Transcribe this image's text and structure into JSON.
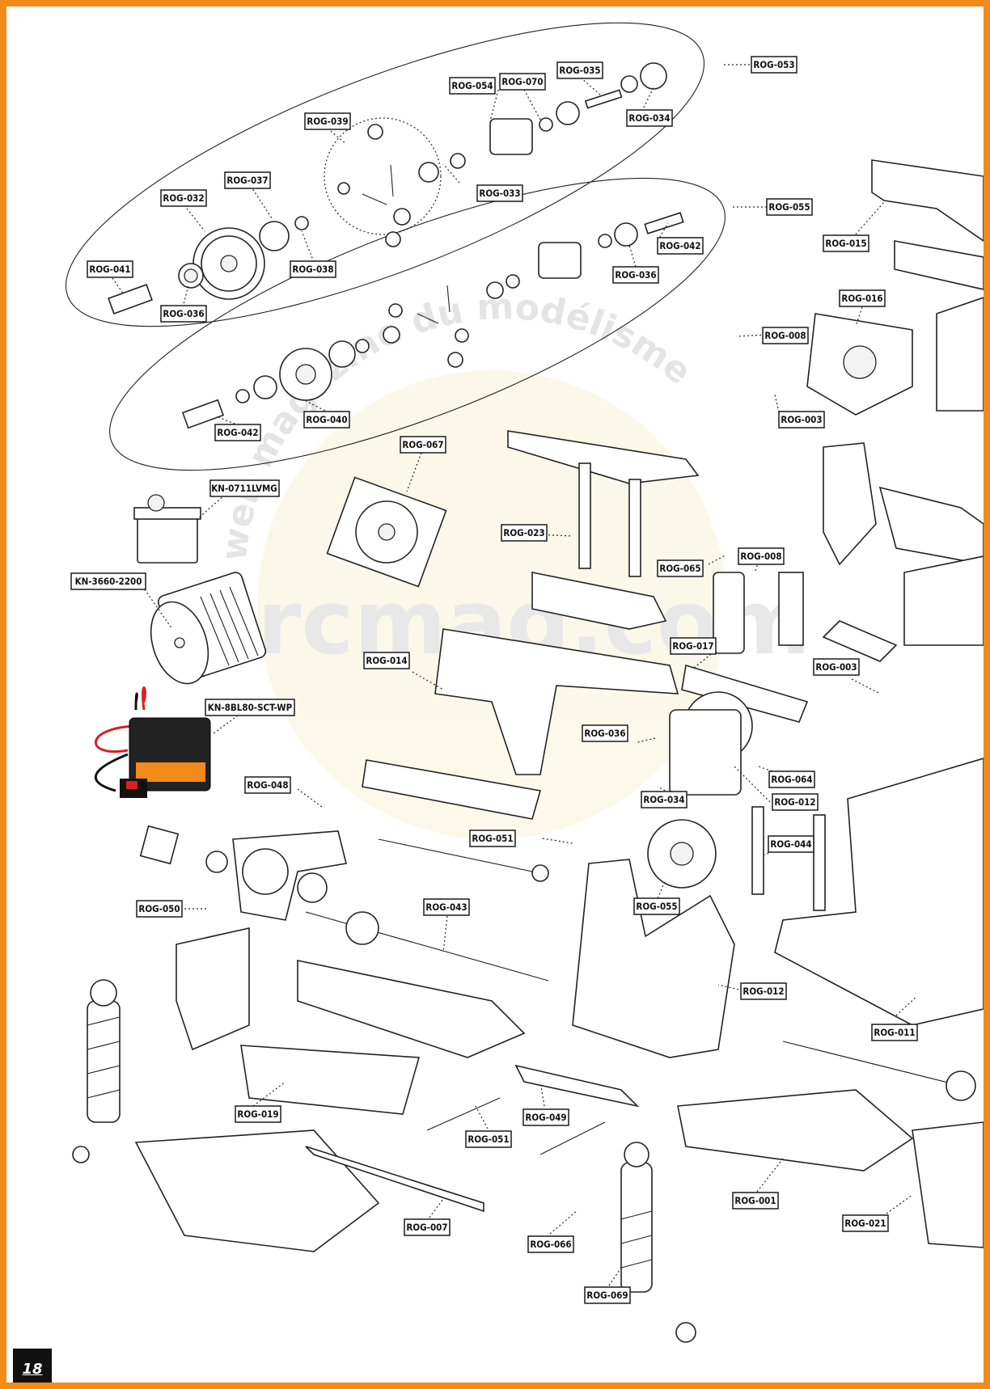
{
  "page_number": "18",
  "watermark": {
    "arc_text": "Le web magazine du modélisme",
    "main_text": "rcmag.com"
  },
  "colors": {
    "frame": "#f28a1a",
    "esc_accent": "#f28a1a",
    "wire_red": "#d92020",
    "wire_black": "#111111"
  },
  "labels": {
    "rog053": "ROG-053",
    "rog054": "ROG-054",
    "rog070": "ROG-070",
    "rog035": "ROG-035",
    "rog034a": "ROG-034",
    "rog039": "ROG-039",
    "rog033": "ROG-033",
    "rog037": "ROG-037",
    "rog032": "ROG-032",
    "rog041": "ROG-041",
    "rog036a": "ROG-036",
    "rog038": "ROG-038",
    "rog055a": "ROG-055",
    "rog042a": "ROG-042",
    "rog036b": "ROG-036",
    "rog040": "ROG-040",
    "rog042b": "ROG-042",
    "rog015": "ROG-015",
    "rog016": "ROG-016",
    "rog008a": "ROG-008",
    "rog003a": "ROG-003",
    "rog067": "ROG-067",
    "kn0711": "KN-0711LVMG",
    "rog023": "ROG-023",
    "kn3660": "KN-3660-2200",
    "rog065": "ROG-065",
    "rog008b": "ROG-008",
    "rog014": "ROG-014",
    "rog017": "ROG-017",
    "rog003b": "ROG-003",
    "kn8bl80": "KN-8BL80-SCT-WP",
    "rog036c": "ROG-036",
    "rog064": "ROG-064",
    "rog048": "ROG-048",
    "rog034b": "ROG-034",
    "rog012a": "ROG-012",
    "rog051a": "ROG-051",
    "rog044": "ROG-044",
    "rog050": "ROG-050",
    "rog043": "ROG-043",
    "rog055b": "ROG-055",
    "rog012b": "ROG-012",
    "rog011": "ROG-011",
    "rog019": "ROG-019",
    "rog049": "ROG-049",
    "rog051b": "ROG-051",
    "rog001": "ROG-001",
    "rog007": "ROG-007",
    "rog066": "ROG-066",
    "rog021": "ROG-021",
    "rog069": "ROG-069"
  }
}
